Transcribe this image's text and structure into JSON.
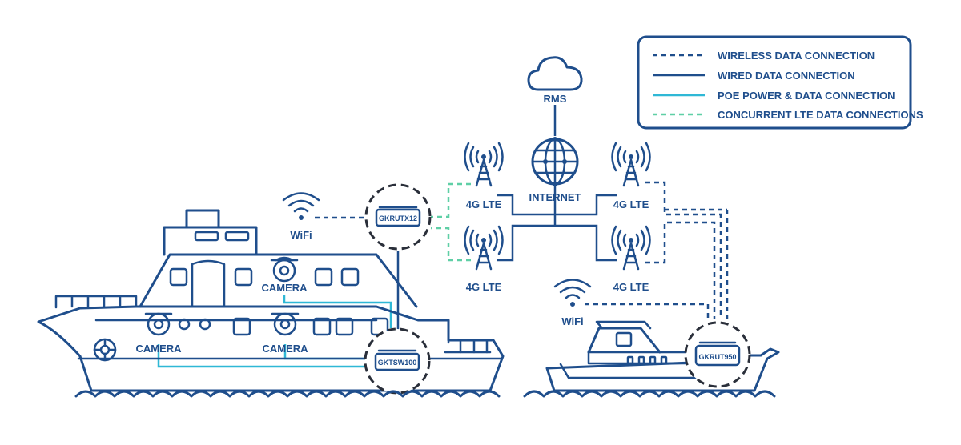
{
  "legend": {
    "wireless": "WIRELESS DATA CONNECTION",
    "wired": "WIRED DATA CONNECTION",
    "poe": "POE POWER & DATA CONNECTION",
    "lte": "CONCURRENT LTE DATA CONNECTIONS"
  },
  "labels": {
    "rms": "RMS",
    "internet": "INTERNET",
    "lte": "4G LTE",
    "wifi": "WiFi",
    "camera": "CAMERA"
  },
  "devices": {
    "router_top": "GKRUTX12",
    "switch": "GKTSW100",
    "router_small_boat": "GKRUT950"
  },
  "colors": {
    "primary": "#1f4e8c",
    "poe": "#2fb8d6",
    "lte": "#5fcfa6",
    "ring": "#2a2f3a"
  }
}
